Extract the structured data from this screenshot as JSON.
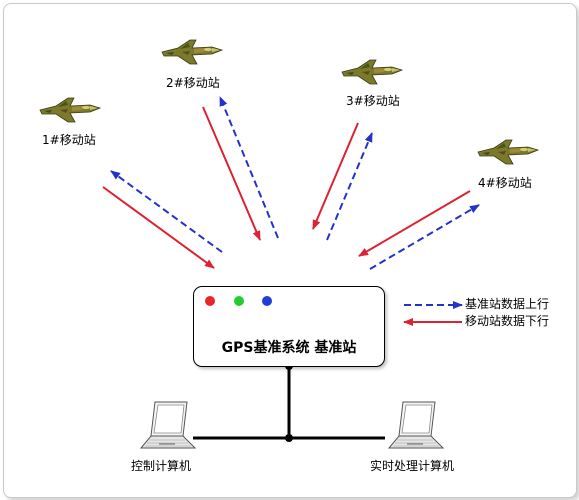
{
  "stations": {
    "s1": "1#移动站",
    "s2": "2#移动站",
    "s3": "3#移动站",
    "s4": "4#移动站"
  },
  "base_box": {
    "title": "GPS基准系统  基准站",
    "led_colors": [
      "#e8262a",
      "#22cc33",
      "#1f3ed6"
    ]
  },
  "legend": {
    "up_label": "基准站数据上行",
    "down_label": "移动站数据下行",
    "up_color": "#2233cc",
    "down_color": "#dd2233"
  },
  "computers": {
    "left_label": "控制计算机",
    "right_label": "实时处理计算机"
  }
}
